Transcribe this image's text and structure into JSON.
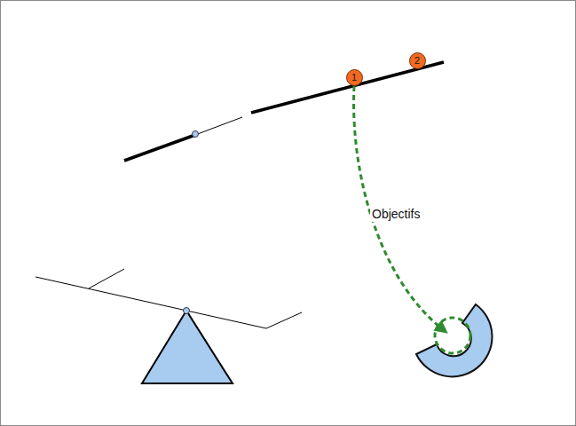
{
  "diagram": {
    "nodes": [
      {
        "text": [
          "1"
        ]
      },
      {
        "text": [
          "2"
        ]
      }
    ],
    "labels": [
      "Objectifs"
    ]
  }
}
